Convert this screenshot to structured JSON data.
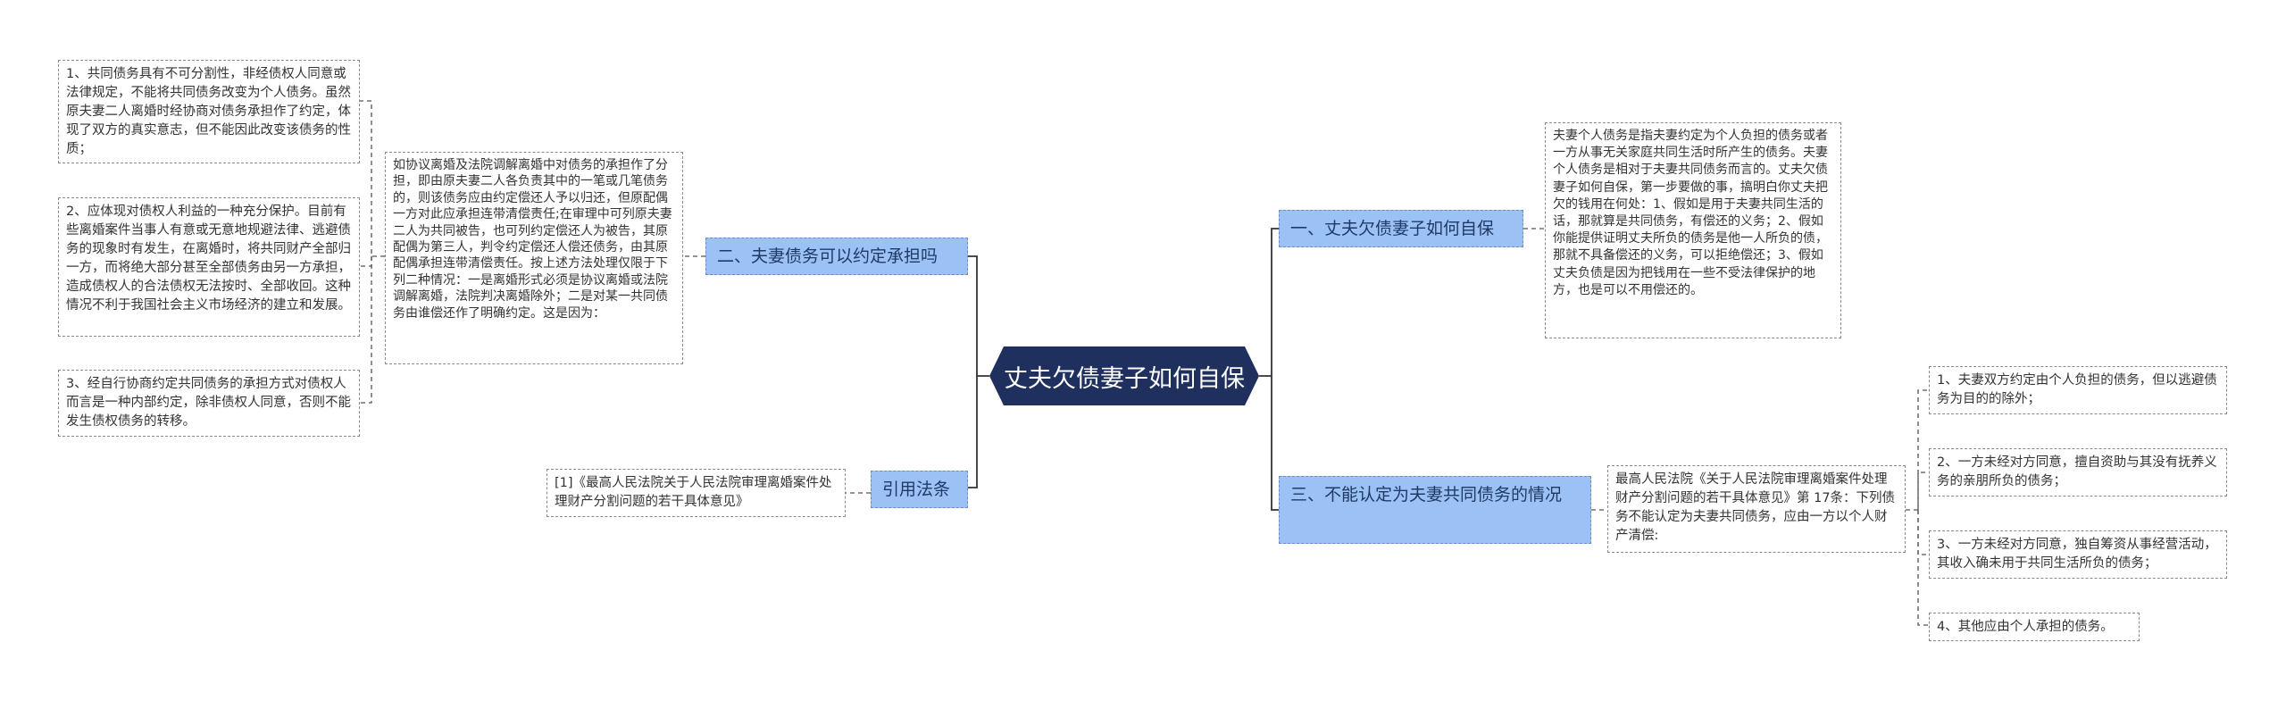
{
  "root": {
    "title": "丈夫欠债妻子如何自保"
  },
  "branches": [
    {
      "label": "一、丈夫欠债妻子如何自保"
    },
    {
      "label": "二、夫妻债务可以约定承担吗"
    },
    {
      "label": "三、不能认定为夫妻共同债务的情况"
    },
    {
      "label": "引用法条"
    }
  ],
  "leaves": {
    "b1_text": "夫妻个人债务是指夫妻约定为个人负担的债务或者一方从事无关家庭共同生活时所产生的债务。夫妻个人债务是相对于夫妻共同债务而言的。丈夫欠债妻子如何自保，第一步要做的事，搞明白你丈夫把欠的钱用在何处：1、假如是用于夫妻共同生活的话，那就算是共同债务，有偿还的义务；2、假如你能提供证明丈夫所负的债务是他一人所负的债，那就不具备偿还的义务，可以拒绝偿还；3、假如丈夫负债是因为把钱用在一些不受法律保护的地方，也是可以不用偿还的。",
    "b2_text": "如协议离婚及法院调解离婚中对债务的承担作了分担，即由原夫妻二人各负责其中的一笔或几笔债务的，则该债务应由约定偿还人予以归还，但原配偶一方对此应承担连带清偿责任;在审理中可列原夫妻二人为共同被告，也可列约定偿还人为被告，其原配偶为第三人，判令约定偿还人偿还债务，由其原配偶承担连带清偿责任。按上述方法处理仅限于下列二种情况：一是离婚形式必须是协议离婚或法院调解离婚，法院判决离婚除外；二是对某一共同债务由谁偿还作了明确约定。这是因为：",
    "b2_sub1": "1、共同债务具有不可分割性，非经债权人同意或法律规定，不能将共同债务改变为个人债务。虽然原夫妻二人离婚时经协商对债务承担作了约定，体现了双方的真实意志，但不能因此改变该债务的性质；",
    "b2_sub2": "2、应体现对债权人利益的一种充分保护。目前有些离婚案件当事人有意或无意地规避法律、逃避债务的现象时有发生，在离婚时，将共同财产全部归一方，而将绝大部分甚至全部债务由另一方承担，造成债权人的合法债权无法按时、全部收回。这种情况不利于我国社会主义市场经济的建立和发展。",
    "b2_sub3": "3、经自行协商约定共同债务的承担方式对债权人而言是一种内部约定，除非债权人同意，否则不能发生债权债务的转移。",
    "b3_text": "最高人民法院《关于人民法院审理离婚案件处理财产分割问题的若干具体意见》第 17条：下列债务不能认定为夫妻共同债务，应由一方以个人财产清偿:",
    "b3_sub1": "1、夫妻双方约定由个人负担的债务，但以逃避债务为目的的除外；",
    "b3_sub2": "2、一方未经对方同意，擅自资助与其没有抚养义务的亲朋所负的债务；",
    "b3_sub3": "3、一方未经对方同意，独自筹资从事经营活动，其收入确未用于共同生活所负的债务；",
    "b3_sub4": "4、其他应由个人承担的债务。",
    "b4_text": "[1]《最高人民法院关于人民法院审理离婚案件处理财产分割问题的若干具体意见》"
  },
  "colors": {
    "root_bg": "#1f2f5e",
    "branch_bg": "#9cc1f4",
    "line": "#444444"
  }
}
